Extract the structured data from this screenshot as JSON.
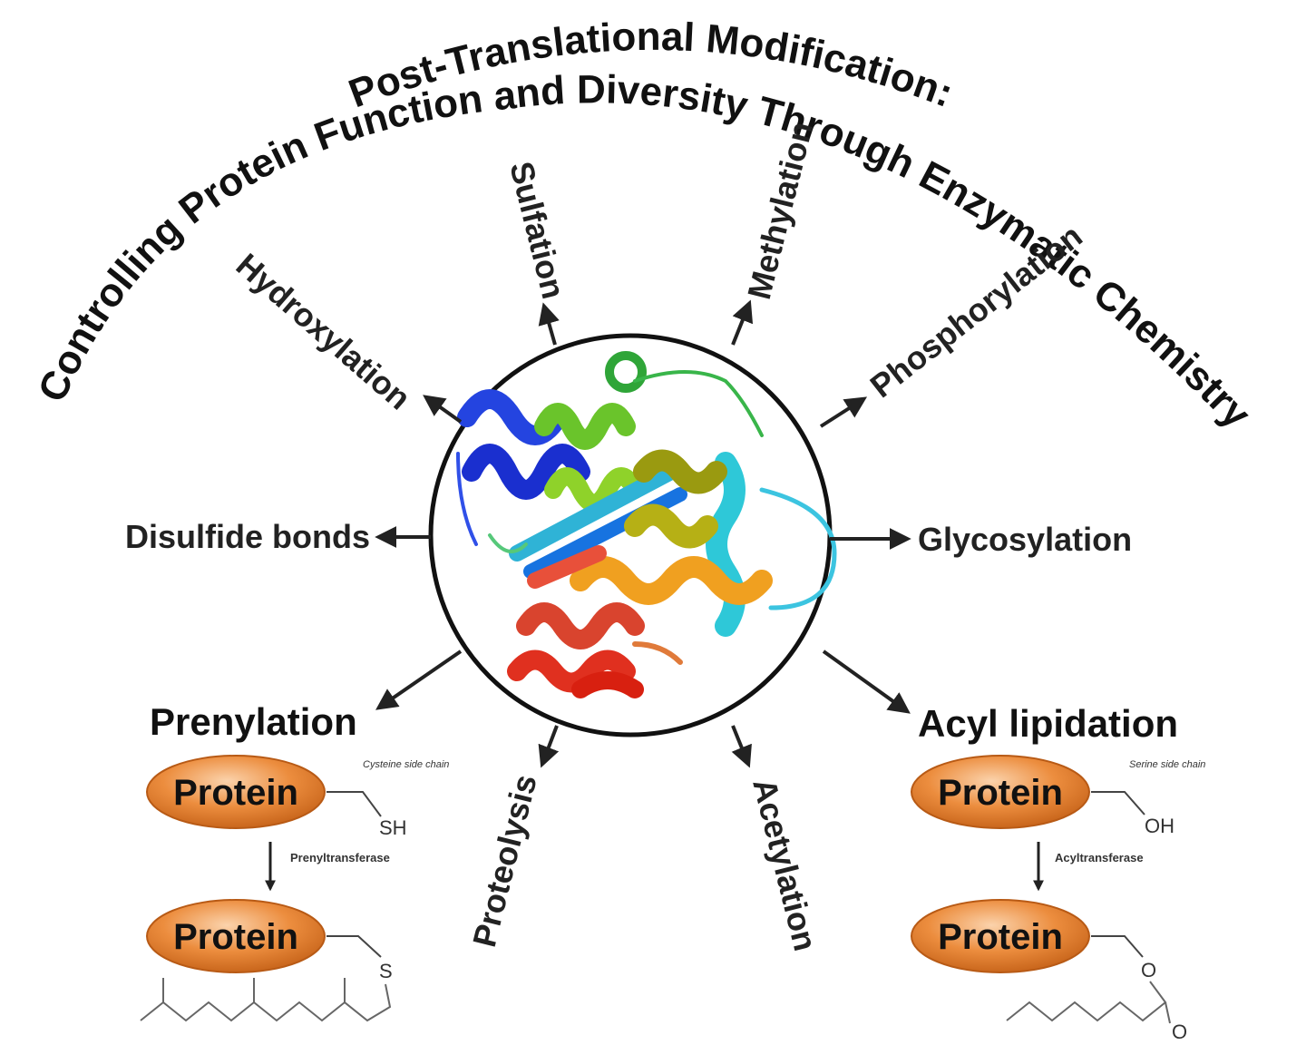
{
  "title": {
    "line1": "Post-Translational Modification:",
    "line2": "Controlling Protein Function and Diversity Through Enzymatic Chemistry"
  },
  "modifications": {
    "sulfation": "Sulfation",
    "methylation": "Methylation",
    "hydroxylation": "Hydroxylation",
    "phosphorylation": "Phosphorylation",
    "disulfide": "Disulfide bonds",
    "glycosylation": "Glycosylation",
    "proteolysis": "Proteolysis",
    "acetylation": "Acetylation",
    "prenylation": "Prenylation",
    "acyl_lipidation": "Acyl lipidation"
  },
  "prenylation_scheme": {
    "protein_top": "Protein",
    "protein_bottom": "Protein",
    "side_chain_note": "Cysteine side chain",
    "group_top": "SH",
    "enzyme": "Prenyltransferase",
    "group_bottom": "S"
  },
  "acyl_scheme": {
    "protein_top": "Protein",
    "protein_bottom": "Protein",
    "side_chain_note": "Serine side chain",
    "group_top": "OH",
    "enzyme": "Acyltransferase",
    "ester_o": "O",
    "carbonyl_o": "O"
  },
  "colors": {
    "protein_fill": "#e8873a",
    "protein_highlight": "#f8c79a",
    "arrow": "#222222"
  }
}
